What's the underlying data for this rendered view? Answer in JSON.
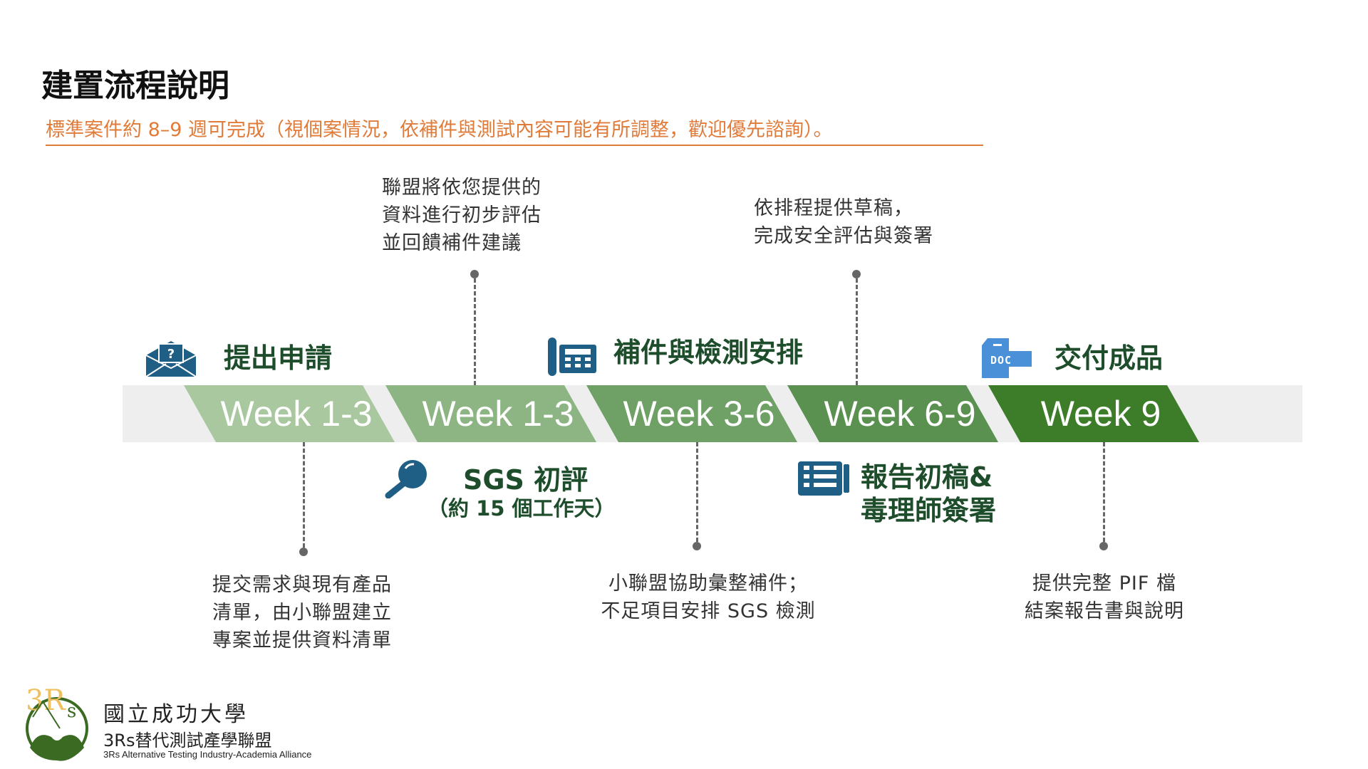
{
  "header": {
    "title": "建置流程說明",
    "subtitle": "標準案件約 8–9 週可完成（視個案情況，依補件與測試內容可能有所調整，歡迎優先諮詢）。"
  },
  "timeline": {
    "segments": [
      {
        "label": "Week 1-3",
        "color": "#a9c89f"
      },
      {
        "label": "Week 1-3",
        "color": "#8db583"
      },
      {
        "label": "Week 3-6",
        "color": "#6fa066"
      },
      {
        "label": "Week 6-9",
        "color": "#5a9150"
      },
      {
        "label": "Week 9",
        "color": "#3d7d2a"
      }
    ],
    "stages": [
      {
        "title": "提出申請",
        "icon": "envelope-question-icon"
      },
      {
        "title": "SGS 初評",
        "note": "（約 15 個工作天）",
        "icon": "magnifier-icon"
      },
      {
        "title": "補件與檢測安排",
        "icon": "phone-icon"
      },
      {
        "title_line1": "報告初稿&",
        "title_line2": "毒理師簽署",
        "icon": "report-icon"
      },
      {
        "title": "交付成品",
        "icon": "doc-icon",
        "icon_text": "DOC"
      }
    ],
    "descriptions": [
      {
        "lines": [
          "提交需求與現有產品",
          "清單，由小聯盟建立",
          "專案並提供資料清單"
        ]
      },
      {
        "lines": [
          "聯盟將依您提供的",
          "資料進行初步評估",
          "並回饋補件建議"
        ]
      },
      {
        "lines": [
          "小聯盟協助彙整補件；",
          "不足項目安排 SGS 檢測"
        ]
      },
      {
        "lines": [
          "依排程提供草稿，",
          "完成安全評估與簽署"
        ]
      },
      {
        "lines": [
          "提供完整 PIF 檔",
          "結案報告書與說明"
        ]
      }
    ]
  },
  "footer": {
    "logo_text": "3Rs",
    "org_name": "國立成功大學",
    "alliance_zh": "3Rs替代測試產學聯盟",
    "alliance_en": "3Rs Alternative Testing Industry-Academia Alliance"
  },
  "colors": {
    "accent": "#e07b39",
    "heading": "#1e4d2b",
    "icon": "#1f5f86",
    "doc_icon": "#4a90d9"
  }
}
